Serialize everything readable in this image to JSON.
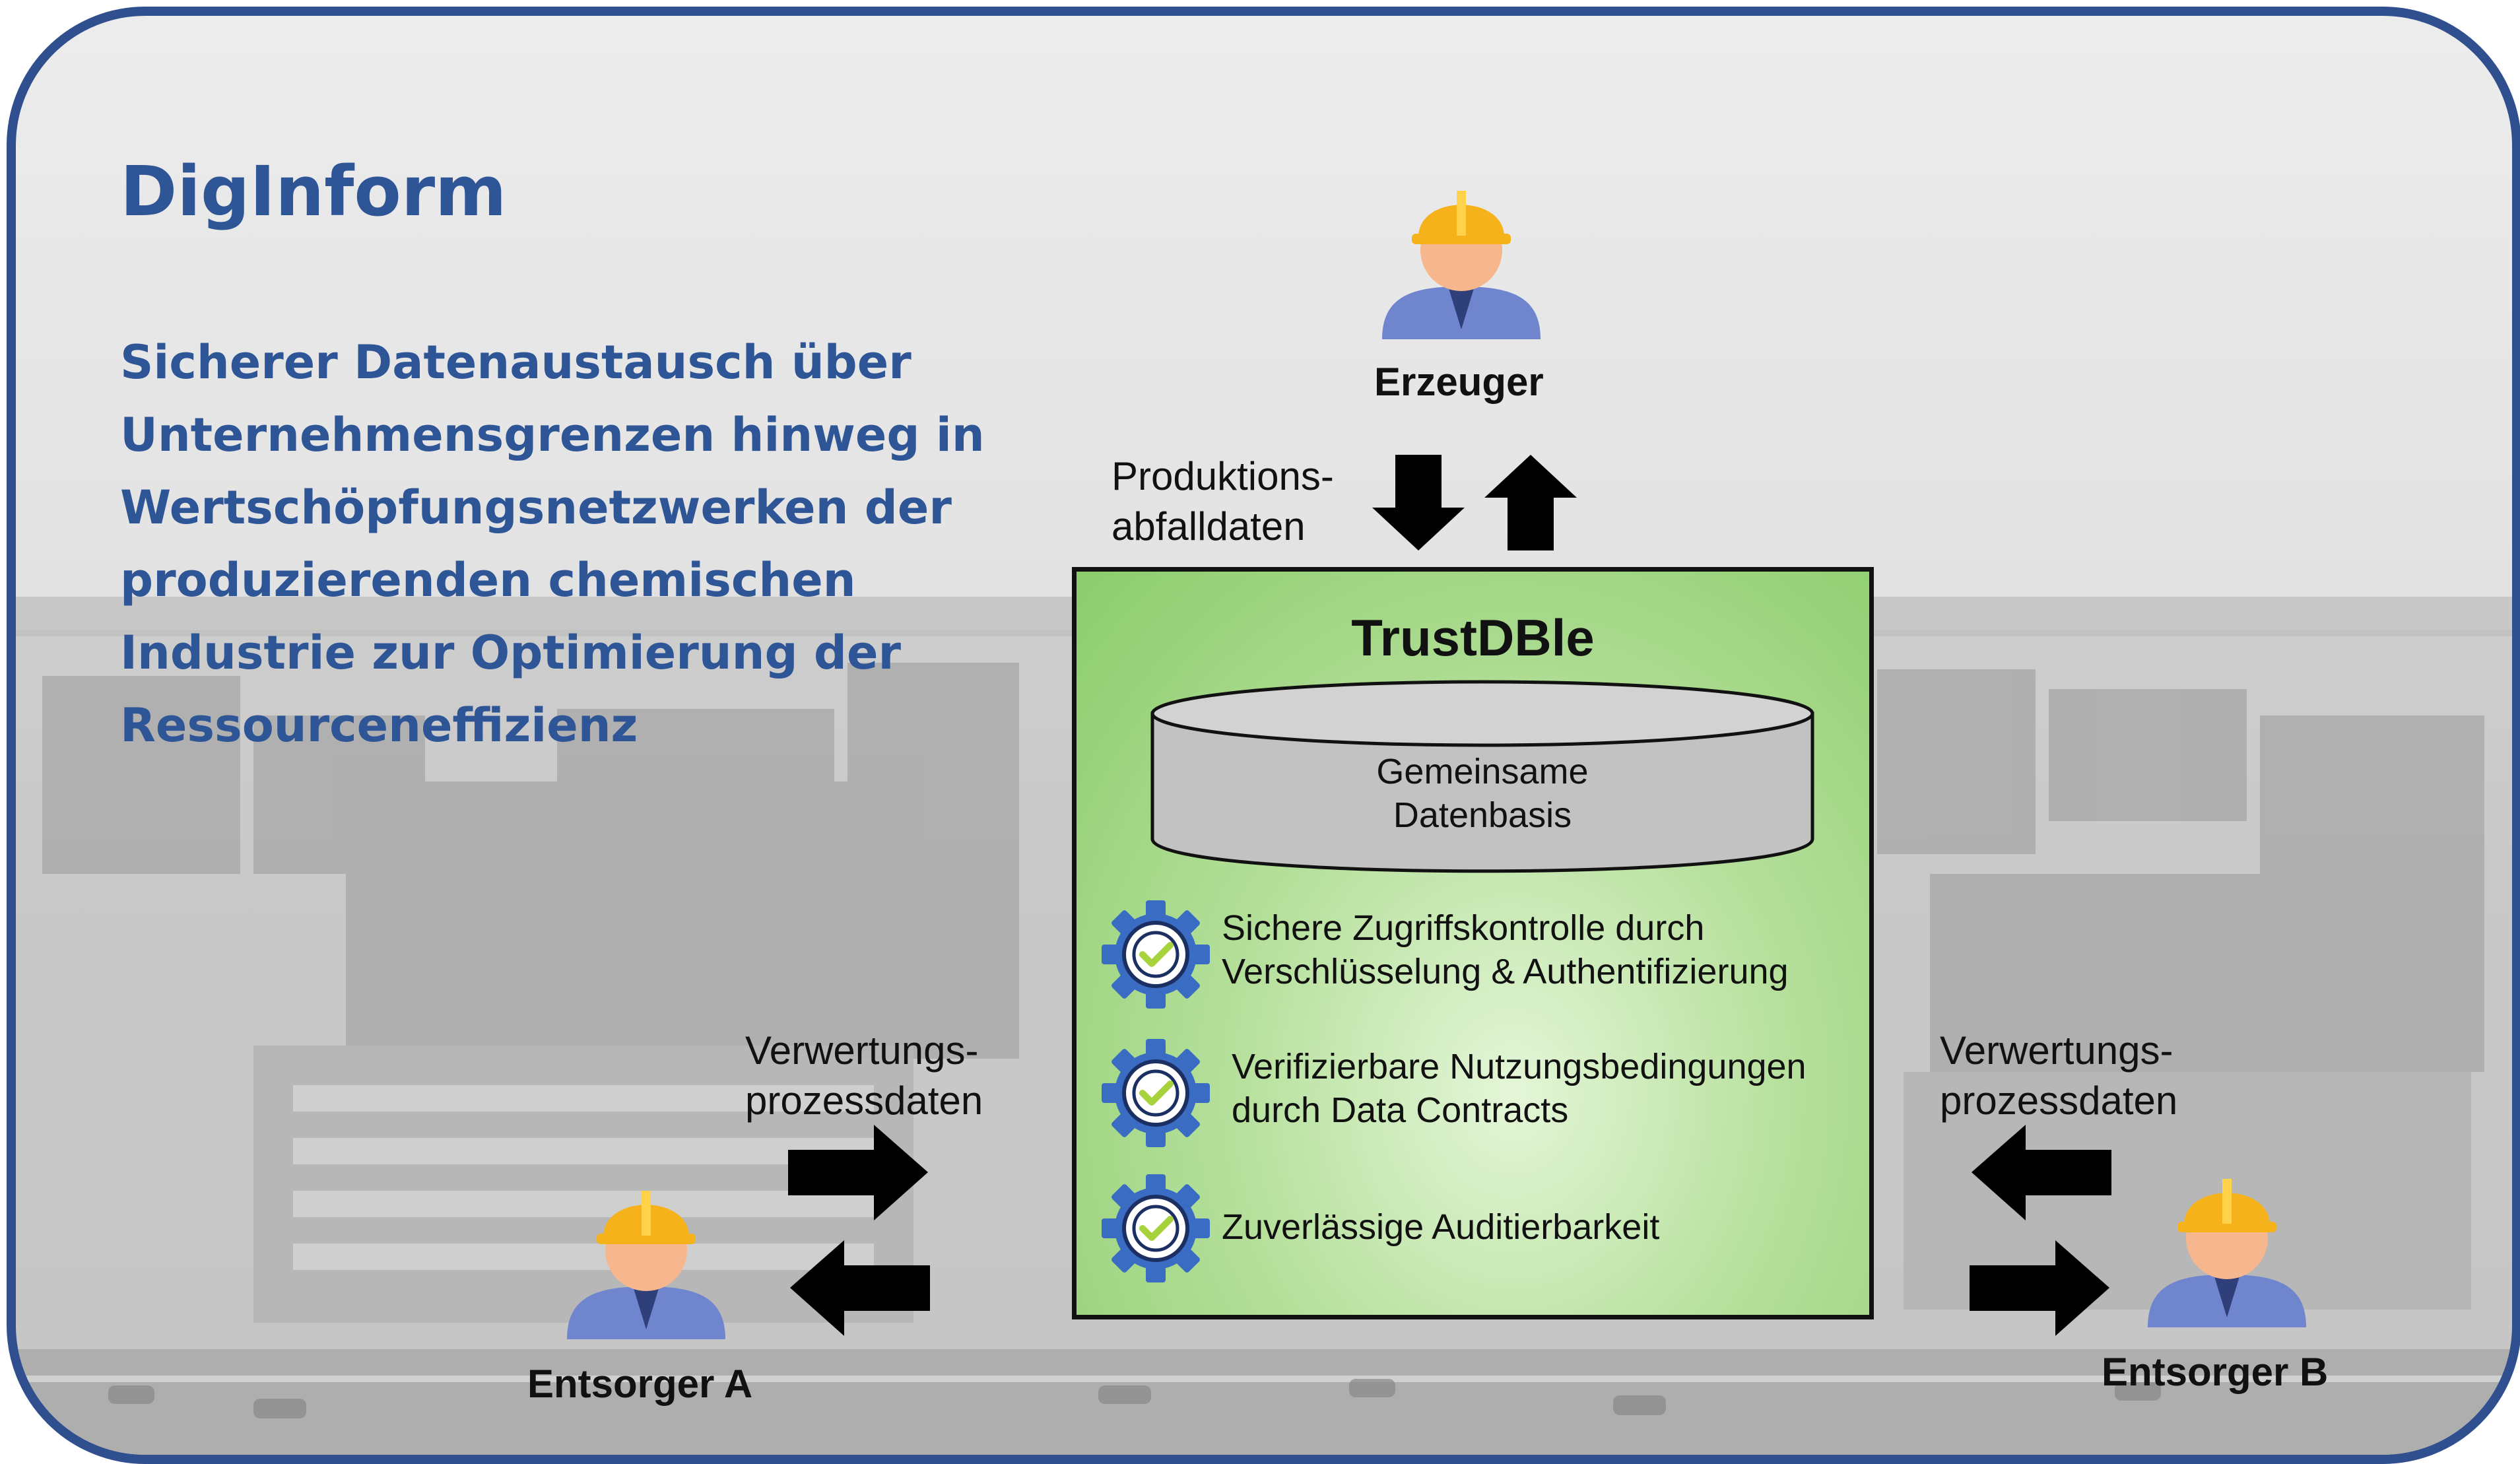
{
  "header": {
    "title": "DigInform",
    "subtitle_lines": [
      "Sicherer Datenaustausch über",
      "Unternehmensgrenzen hinweg in",
      "Wertschöpfungsnetzwerken der",
      "produzierenden chemischen",
      "Industrie zur Optimierung der",
      "Ressourceneffizienz"
    ]
  },
  "actors": {
    "producer": {
      "label": "Erzeuger"
    },
    "disposer_a": {
      "label": "Entsorger A"
    },
    "disposer_b": {
      "label": "Entsorger B"
    }
  },
  "flows": {
    "production": {
      "line1": "Produktions-",
      "line2": "abfalldaten"
    },
    "recycling_left": {
      "line1": "Verwertungs-",
      "line2": "prozessdaten"
    },
    "recycling_right": {
      "line1": "Verwertungs-",
      "line2": "prozessdaten"
    }
  },
  "platform": {
    "title": "TrustDBle",
    "database": {
      "line1": "Gemeinsame",
      "line2": "Datenbasis"
    },
    "features": [
      {
        "line1": "Sichere Zugriffskontrolle durch",
        "line2": "Verschlüsselung & Authentifizierung",
        "icon": "gear-check-icon"
      },
      {
        "line1": "Verifizierbare Nutzungsbedingungen",
        "line2": "durch Data Contracts",
        "icon": "gear-check-icon"
      },
      {
        "line1": "Zuverlässige Auditierbarkeit",
        "line2": "",
        "icon": "gear-check-icon"
      }
    ]
  },
  "colors": {
    "frame": "#2f4f8f",
    "title_text": "#2e5596",
    "platform_fill": "#8ccc6c",
    "gear": "#3a6cc4",
    "helmet": "#f6b21b",
    "arrow": "#000000"
  }
}
